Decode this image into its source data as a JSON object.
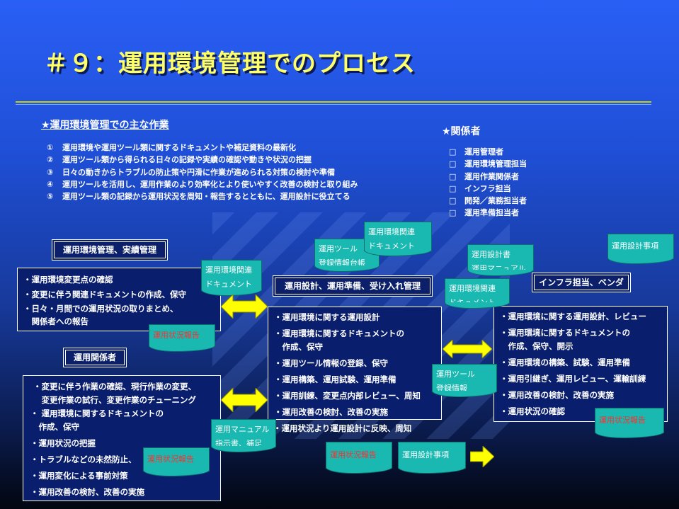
{
  "title": "＃９：運用環境管理でのプロセス",
  "main_tasks": {
    "heading": "★運用環境管理での主な作業",
    "items": [
      {
        "num": "①",
        "text": "運用環境や運用ツール類に関するドキュメントや補足資料の最新化"
      },
      {
        "num": "②",
        "text": "運用ツール類から得られる日々の記録や実績の確認や動きや状況の把握"
      },
      {
        "num": "③",
        "text": "日々の動きからトラブルの防止策や円滑に作業が進められる対策の検討や準備"
      },
      {
        "num": "④",
        "text": "運用ツールを活用し、運用作業のより効率化とより使いやすく改善の検討と取り組み"
      },
      {
        "num": "⑤",
        "text": "運用ツール類の記録から運用状況を周知・報告するとともに、運用設計に役立てる"
      }
    ]
  },
  "stakeholders": {
    "heading": "★関係者",
    "bullet": "□",
    "items": [
      "運用管理者",
      "運用環境管理担当",
      "運用作業関係者",
      "インフラ担当",
      "開発／業務担当者",
      "運用準備担当者"
    ]
  },
  "left_top": {
    "label": "運用環境管理、実績管理",
    "lines": [
      "・運用環境変更点の確認",
      "・変更に伴う関連ドキュメントの作成、保守",
      "・日々・月間での運用状況の取りまとめ、",
      "　関係者への報告"
    ]
  },
  "left_bottom": {
    "label": "運用関係者",
    "lines": [
      "・変更に伴う作業の確認、現行作業の変更、",
      "　変更作業の試行、変更作業のチューニング",
      "・ 運用環境に関するドキュメントの",
      "　作成、保守",
      "・運用状況の把握",
      "・トラブルなどの未然防止、",
      "・運用変化による事前対策",
      "・運用改善の検討、改善の実施"
    ]
  },
  "center": {
    "label": "運用設計、運用準備、受け入れ管理",
    "lines": [
      "・運用環境に関する運用設計",
      "・運用環境に関するドキュメントの",
      "　作成、保守",
      "・運用ツール情報の登録、保守",
      "・運用構築、運用試験、運用準備",
      "・運用訓練、変更点内部レビュー、周知",
      "・運用改善の検討、改善の実施",
      "・運用状況より運用設計に反映、周知"
    ]
  },
  "right": {
    "label": "インフラ担当、ベンダ",
    "lines": [
      "・運用環境に関する運用設計、レビュー",
      "・運用環境に関するドキュメントの",
      "　作成、保守、開示",
      "・運用環境の構築、試験、運用準備",
      "・運用引継ぎ、運用レビュー、運輸訓練",
      "・運用改善の検討、改善の実施",
      "・運用状況の確認"
    ]
  },
  "docs": {
    "env_doc_1": [
      "運用環境関連",
      "ドキュメント"
    ],
    "tool_register": [
      "運用ツール",
      "登録情報台帳"
    ],
    "env_doc_2": [
      "運用環境関連",
      "ドキュメント"
    ],
    "design_manual": [
      "運用設計書",
      "運用マニュアル"
    ],
    "design_items_top": [
      "運用設計事項"
    ],
    "env_doc_3": [
      "運用環境関連",
      "ドキュメント"
    ],
    "status_report_1": [
      "運用状況報告"
    ],
    "tool_info": [
      "運用ツール",
      "登録情報"
    ],
    "manual_instr": [
      "運用マニュアル",
      "指示書、補足"
    ],
    "status_report_2": [
      "運用状況報告"
    ],
    "status_report_3": [
      "運用状況報告"
    ],
    "design_items_bottom": [
      "運用設計事項"
    ],
    "status_report_4": [
      "運用状況報告"
    ]
  },
  "colors": {
    "title": "#ffff66",
    "arrow": "#ffff00",
    "doc": "#19b8b0",
    "report_text": "#ff3030"
  }
}
